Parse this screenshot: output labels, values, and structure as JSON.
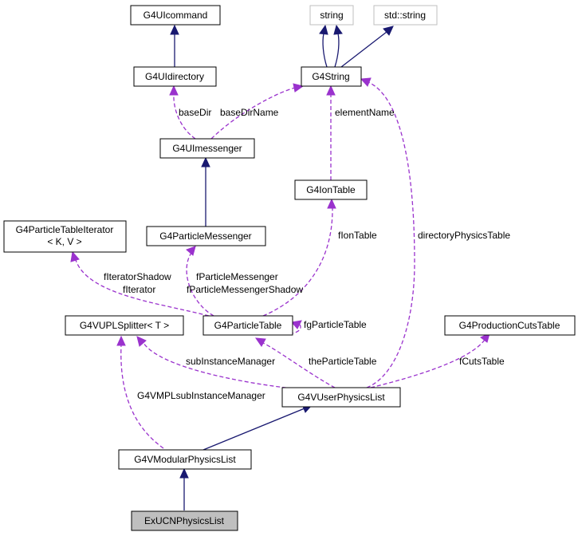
{
  "nodes": {
    "g4uicommand": "G4UIcommand",
    "string": "string",
    "std_string": "std::string",
    "g4uidirectory": "G4UIdirectory",
    "g4string": "G4String",
    "g4uimessenger": "G4UImessenger",
    "g4iontable": "G4IonTable",
    "g4particletableiterator_line1": "G4ParticleTableIterator",
    "g4particletableiterator_line2": "< K, V >",
    "g4particlemessenger": "G4ParticleMessenger",
    "g4vuplsplitter": "G4VUPLSplitter< T >",
    "g4particletable": "G4ParticleTable",
    "g4productioncutstable": "G4ProductionCutsTable",
    "g4vuserphysicslist": "G4VUserPhysicsList",
    "g4vmodularphysicslist": "G4VModularPhysicsList",
    "exucnphysicslist": "ExUCNPhysicsList"
  },
  "edge_labels": {
    "basedir": "baseDir",
    "basedirname": "baseDirName",
    "elementname": "elementName",
    "fiontable": "fIonTable",
    "directoryphysicstable": "directoryPhysicsTable",
    "fiteratorshadow": "fIteratorShadow",
    "fiterator": "fIterator",
    "fparticlemessenger": "fParticleMessenger",
    "fparticlemessengershadow": "fParticleMessengerShadow",
    "fgparticletable": "fgParticleTable",
    "subinstancemanager": "subInstanceManager",
    "theparticletable": "theParticleTable",
    "fcutstable": "fCutsTable",
    "g4vmplsubinstancemanager": "G4VMPLsubInstanceManager"
  },
  "colors": {
    "inheritance_edge": "#191970",
    "usage_edge": "#9a32cd",
    "external_node_border": "#bfbfbf",
    "focus_node_fill": "#bfbfbf"
  }
}
